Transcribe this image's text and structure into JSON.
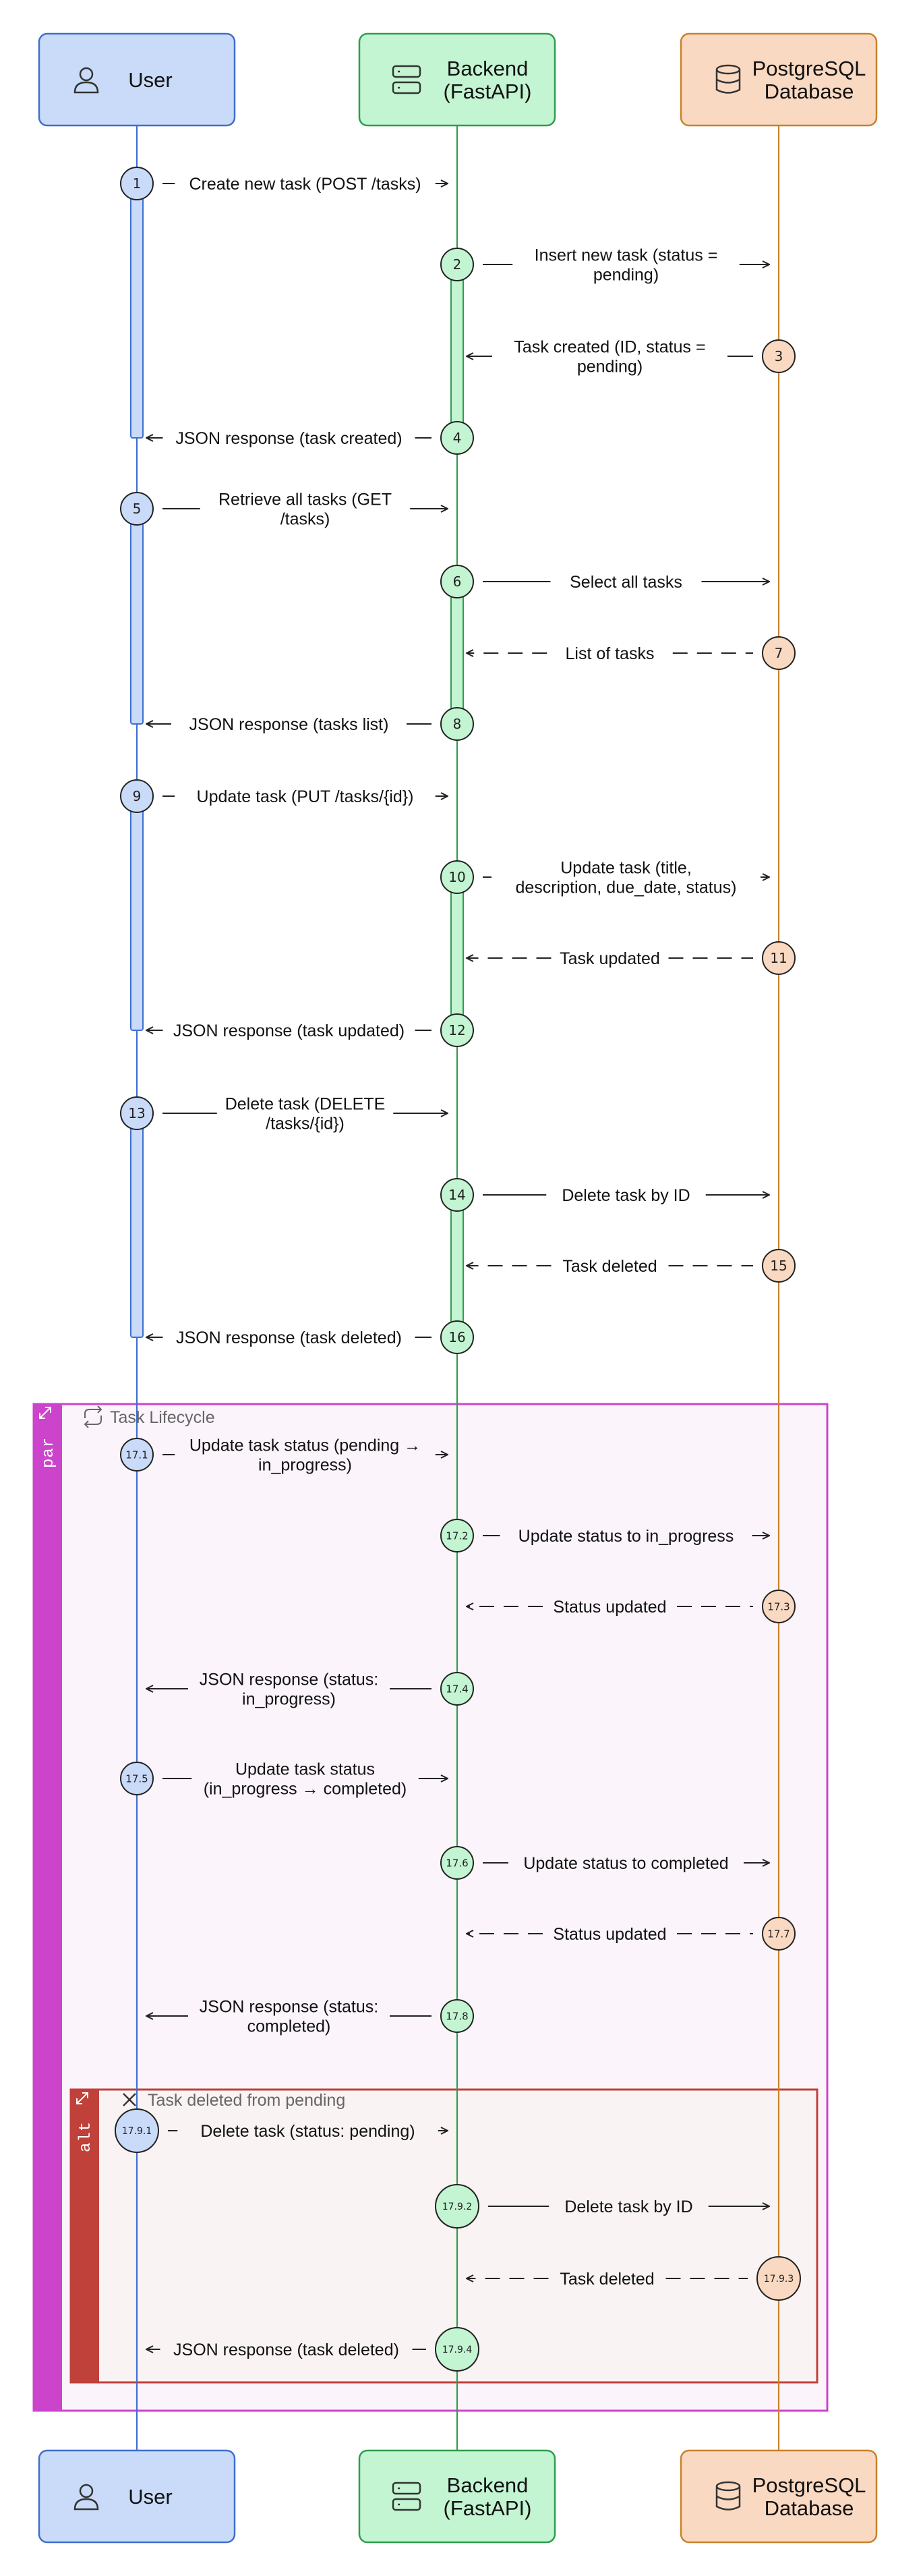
{
  "participants": [
    {
      "id": "user",
      "name": "User",
      "icon": "user-icon"
    },
    {
      "id": "backend",
      "name": "Backend (FastAPI)",
      "icon": "server-icon"
    },
    {
      "id": "db",
      "name": "PostgreSQL Database",
      "icon": "database-icon"
    }
  ],
  "messages": [
    {
      "num": "1",
      "text": "Create new task (POST /tasks)",
      "from": "user",
      "to": "backend"
    },
    {
      "num": "2",
      "text": "Insert new task (status = pending)",
      "from": "backend",
      "to": "db"
    },
    {
      "num": "3",
      "text": "Task created (ID, status = pending)",
      "from": "db",
      "to": "backend"
    },
    {
      "num": "4",
      "text": "JSON response (task created)",
      "from": "backend",
      "to": "user"
    },
    {
      "num": "5",
      "text": "Retrieve all tasks (GET /tasks)",
      "from": "user",
      "to": "backend"
    },
    {
      "num": "6",
      "text": "Select all tasks",
      "from": "backend",
      "to": "db"
    },
    {
      "num": "7",
      "text": "List of tasks",
      "from": "db",
      "to": "backend"
    },
    {
      "num": "8",
      "text": "JSON response (tasks list)",
      "from": "backend",
      "to": "user"
    },
    {
      "num": "9",
      "text": "Update task (PUT /tasks/{id})",
      "from": "user",
      "to": "backend"
    },
    {
      "num": "10",
      "text": "Update task (title, description, due_date, status)",
      "from": "backend",
      "to": "db"
    },
    {
      "num": "11",
      "text": "Task updated",
      "from": "db",
      "to": "backend"
    },
    {
      "num": "12",
      "text": "JSON response (task updated)",
      "from": "backend",
      "to": "user"
    },
    {
      "num": "13",
      "text": "Delete task (DELETE /tasks/{id})",
      "from": "user",
      "to": "backend"
    },
    {
      "num": "14",
      "text": "Delete task by ID",
      "from": "backend",
      "to": "db"
    },
    {
      "num": "15",
      "text": "Task deleted",
      "from": "db",
      "to": "backend"
    },
    {
      "num": "16",
      "text": "JSON response (task deleted)",
      "from": "backend",
      "to": "user"
    },
    {
      "num": "17.1",
      "text": "Update task status (pending → in_progress)",
      "from": "user",
      "to": "backend"
    },
    {
      "num": "17.2",
      "text": "Update status to in_progress",
      "from": "backend",
      "to": "db"
    },
    {
      "num": "17.3",
      "text": "Status updated",
      "from": "db",
      "to": "backend"
    },
    {
      "num": "17.4",
      "text": "JSON response (status: in_progress)",
      "from": "backend",
      "to": "user"
    },
    {
      "num": "17.5",
      "text": "Update task status (in_progress → completed)",
      "from": "user",
      "to": "backend"
    },
    {
      "num": "17.6",
      "text": "Update status to completed",
      "from": "backend",
      "to": "db"
    },
    {
      "num": "17.7",
      "text": "Status updated",
      "from": "db",
      "to": "backend"
    },
    {
      "num": "17.8",
      "text": "JSON response (status: completed)",
      "from": "backend",
      "to": "user"
    },
    {
      "num": "17.9.1",
      "text": "Delete task (status: pending)",
      "from": "user",
      "to": "backend"
    },
    {
      "num": "17.9.2",
      "text": "Delete task by ID",
      "from": "backend",
      "to": "db"
    },
    {
      "num": "17.9.3",
      "text": "Task deleted",
      "from": "db",
      "to": "backend"
    },
    {
      "num": "17.9.4",
      "text": "JSON response (task deleted)",
      "from": "backend",
      "to": "user"
    }
  ],
  "fragments": [
    {
      "operator": "par",
      "label": "Task Lifecycle",
      "icon": "loop-icon"
    },
    {
      "operator": "alt",
      "label": "Task deleted from pending",
      "icon": "close-icon"
    }
  ],
  "colors": {
    "user": {
      "fill": "#c9dbf8",
      "stroke": "#3f6fd0"
    },
    "backend": {
      "fill": "#c3f5d2",
      "stroke": "#2f9d4e"
    },
    "db": {
      "fill": "#f9d9c1",
      "stroke": "#c9822b"
    },
    "par": "#cc44cc",
    "alt": "#c0403a"
  }
}
